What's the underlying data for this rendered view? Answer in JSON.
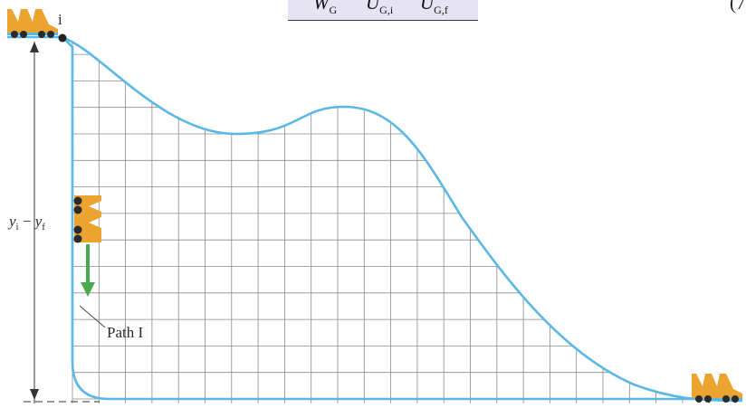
{
  "equation": {
    "work_symbol": "W",
    "work_subscript": "G",
    "initial_symbol": "U",
    "initial_subscript": "G,i",
    "final_symbol": "U",
    "final_subscript": "G,f",
    "number_fragment": "(7"
  },
  "labels": {
    "start_point": "i",
    "height_y_i": "y",
    "height_i_sub": "i",
    "height_minus": " − ",
    "height_y_f": "y",
    "height_f_sub": "f",
    "path_label": "Path I"
  },
  "icons": {
    "cart": "roller-coaster-cart-icon",
    "force_arrow": "gravity-arrow-icon"
  },
  "colors": {
    "track": "#5bb8e4",
    "grid": "#8a8a8a",
    "cart_body": "#eca431",
    "cart_wheel": "#2b2b2b",
    "arrow": "#4aa84d",
    "equation_bg": "#e6e3f3"
  }
}
